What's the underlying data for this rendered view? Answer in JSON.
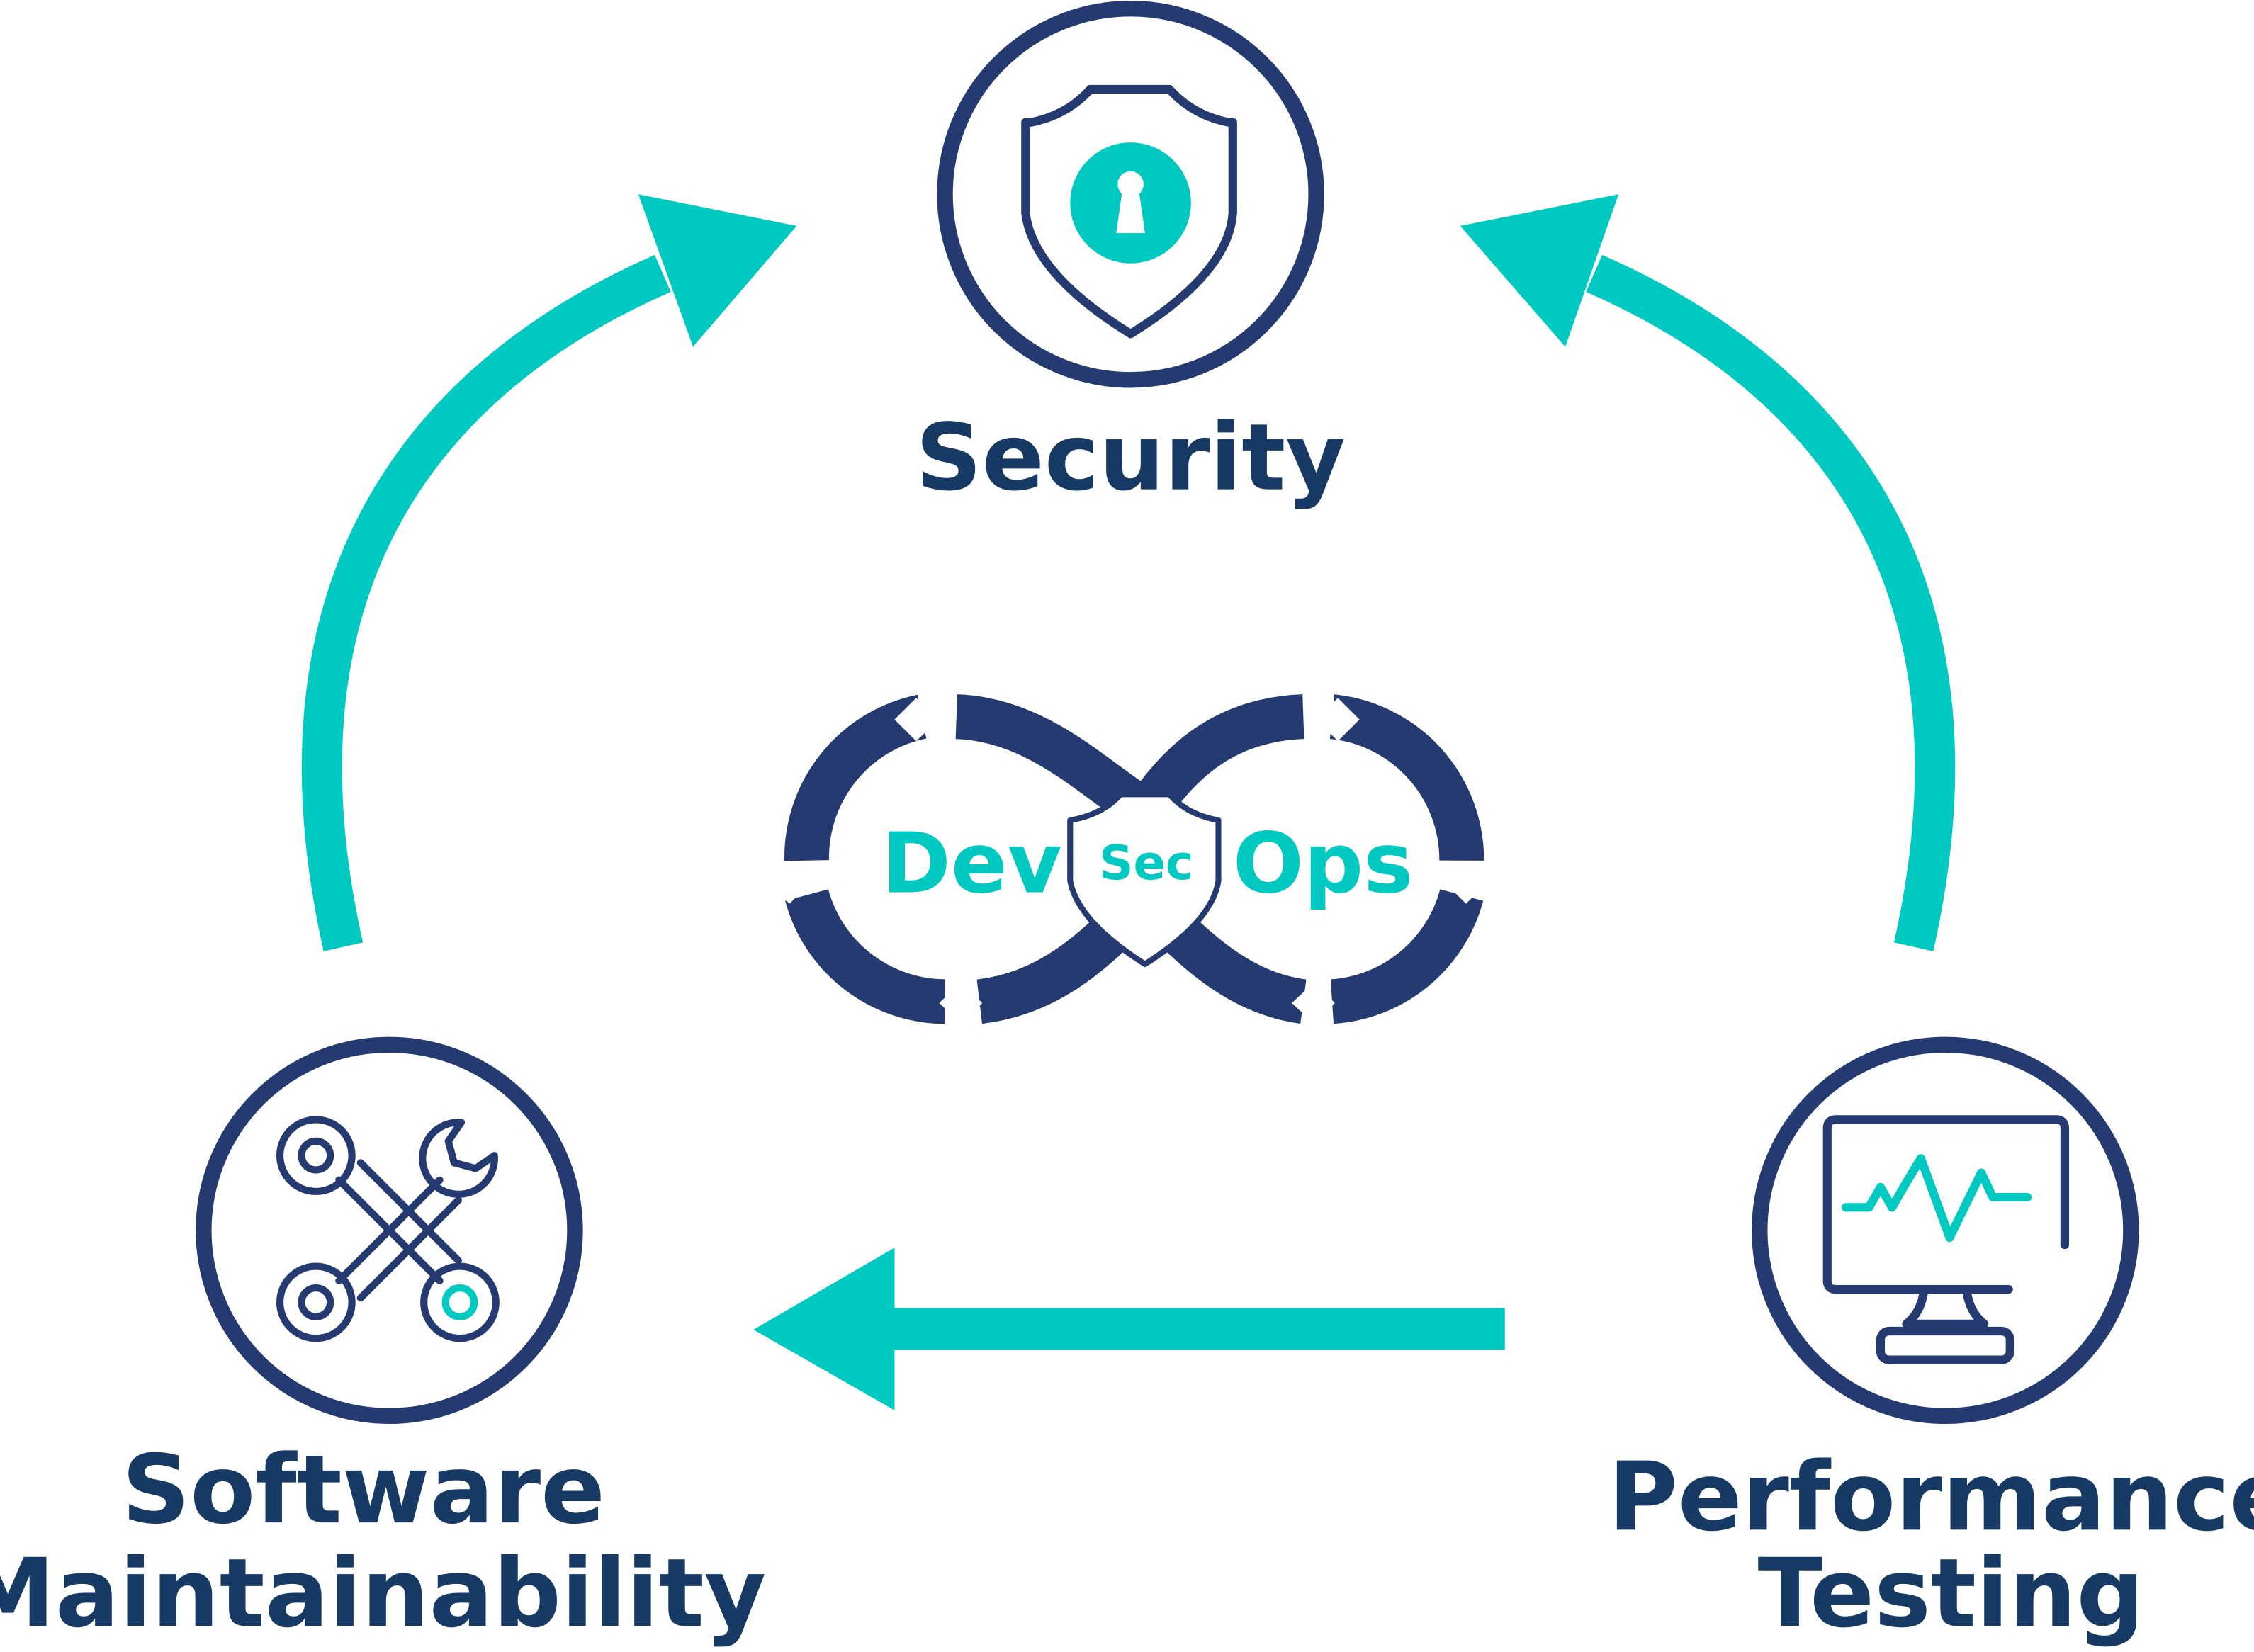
{
  "nodes": {
    "security": {
      "label": "Security",
      "icon": "shield-lock-icon"
    },
    "software_maintainability": {
      "label_line1": "Software",
      "label_line2": "Maintainability",
      "icon": "crossed-wrenches-icon"
    },
    "performance_testing": {
      "label_line1": "Performance",
      "label_line2": "Testing",
      "icon": "monitor-pulse-icon"
    }
  },
  "logo": {
    "dev": "Dev",
    "sec": "Sec",
    "ops": "Ops"
  },
  "colors": {
    "navy": "#253a70",
    "teal": "#00c9c1",
    "label": "#163a63",
    "background": "#ffffff"
  }
}
